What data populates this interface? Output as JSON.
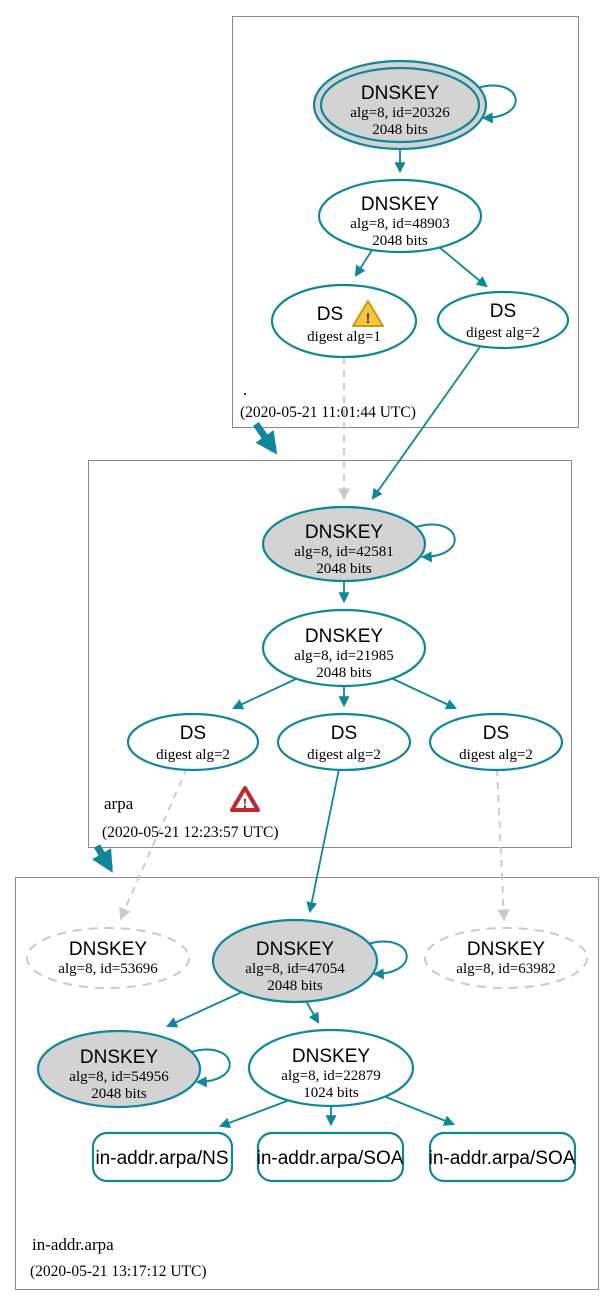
{
  "colors": {
    "secure_teal": "#0d8799",
    "insecure_gray": "#c9c9c9",
    "sep_node_fill": "#d3d3d3",
    "zone_border": "#8b8b8b",
    "warning_yellow": "#f2c63a",
    "error_red": "#c1272d"
  },
  "root_zone": {
    "label": ".",
    "timestamp": "(2020-05-21 11:01:44 UTC)",
    "ksk": {
      "title": "DNSKEY",
      "detail": "alg=8, id=20326",
      "bits": "2048 bits"
    },
    "zsk": {
      "title": "DNSKEY",
      "detail": "alg=8, id=48903",
      "bits": "2048 bits"
    },
    "ds1": {
      "title": "DS",
      "detail": "digest alg=1"
    },
    "ds2": {
      "title": "DS",
      "detail": "digest alg=2"
    }
  },
  "arpa_zone": {
    "label": "arpa",
    "timestamp": "(2020-05-21 12:23:57 UTC)",
    "ksk": {
      "title": "DNSKEY",
      "detail": "alg=8, id=42581",
      "bits": "2048 bits"
    },
    "zsk": {
      "title": "DNSKEY",
      "detail": "alg=8, id=21985",
      "bits": "2048 bits"
    },
    "ds_left": {
      "title": "DS",
      "detail": "digest alg=2"
    },
    "ds_mid": {
      "title": "DS",
      "detail": "digest alg=2"
    },
    "ds_right": {
      "title": "DS",
      "detail": "digest alg=2"
    }
  },
  "inaddr_zone": {
    "label": "in-addr.arpa",
    "timestamp": "(2020-05-21 13:17:12 UTC)",
    "dnskey_left_insecure": {
      "title": "DNSKEY",
      "detail": "alg=8, id=53696"
    },
    "ksk": {
      "title": "DNSKEY",
      "detail": "alg=8, id=47054",
      "bits": "2048 bits"
    },
    "dnskey_right_insecure": {
      "title": "DNSKEY",
      "detail": "alg=8, id=63982"
    },
    "ksk2": {
      "title": "DNSKEY",
      "detail": "alg=8, id=54956",
      "bits": "2048 bits"
    },
    "zsk": {
      "title": "DNSKEY",
      "detail": "alg=8, id=22879",
      "bits": "1024 bits"
    },
    "rrset_ns": "in-addr.arpa/NS",
    "rrset_soa1": "in-addr.arpa/SOA",
    "rrset_soa2": "in-addr.arpa/SOA"
  },
  "icons": {
    "warning_mark": "!",
    "error_mark": "!"
  },
  "edges": [
    {
      "from": "DNSKEY 20326",
      "to": "DNSKEY 20326",
      "type": "self-sign secure"
    },
    {
      "from": "DNSKEY 20326",
      "to": "DNSKEY 48903",
      "type": "secure"
    },
    {
      "from": "DNSKEY 48903",
      "to": "DS digest alg=1 (.)",
      "type": "secure"
    },
    {
      "from": "DNSKEY 48903",
      "to": "DS digest alg=2 (.)",
      "type": "secure"
    },
    {
      "from": "DS digest alg=1 (.)",
      "to": "DNSKEY 42581",
      "type": "non-validated dashed"
    },
    {
      "from": "DS digest alg=2 (.)",
      "to": "DNSKEY 42581",
      "type": "secure"
    },
    {
      "from": "DNSKEY 42581",
      "to": "DNSKEY 42581",
      "type": "self-sign secure"
    },
    {
      "from": "DNSKEY 42581",
      "to": "DNSKEY 21985",
      "type": "secure"
    },
    {
      "from": "DNSKEY 21985",
      "to": "DS left (arpa)",
      "type": "secure"
    },
    {
      "from": "DNSKEY 21985",
      "to": "DS mid (arpa)",
      "type": "secure"
    },
    {
      "from": "DNSKEY 21985",
      "to": "DS right (arpa)",
      "type": "secure"
    },
    {
      "from": "DS left (arpa)",
      "to": "DNSKEY 53696",
      "type": "non-validated dashed"
    },
    {
      "from": "DS mid (arpa)",
      "to": "DNSKEY 47054",
      "type": "secure"
    },
    {
      "from": "DS right (arpa)",
      "to": "DNSKEY 63982",
      "type": "non-validated dashed"
    },
    {
      "from": "DNSKEY 47054",
      "to": "DNSKEY 47054",
      "type": "self-sign secure"
    },
    {
      "from": "DNSKEY 47054",
      "to": "DNSKEY 54956",
      "type": "secure"
    },
    {
      "from": "DNSKEY 47054",
      "to": "DNSKEY 22879",
      "type": "secure"
    },
    {
      "from": "DNSKEY 54956",
      "to": "DNSKEY 54956",
      "type": "self-sign secure"
    },
    {
      "from": "DNSKEY 22879",
      "to": "in-addr.arpa/NS",
      "type": "secure"
    },
    {
      "from": "DNSKEY 22879",
      "to": "in-addr.arpa/SOA (1)",
      "type": "secure"
    },
    {
      "from": "DNSKEY 22879",
      "to": "in-addr.arpa/SOA (2)",
      "type": "secure"
    },
    {
      "from": "zone .",
      "to": "zone arpa",
      "type": "delegation thick"
    },
    {
      "from": "zone arpa",
      "to": "zone in-addr.arpa",
      "type": "delegation thick"
    }
  ]
}
